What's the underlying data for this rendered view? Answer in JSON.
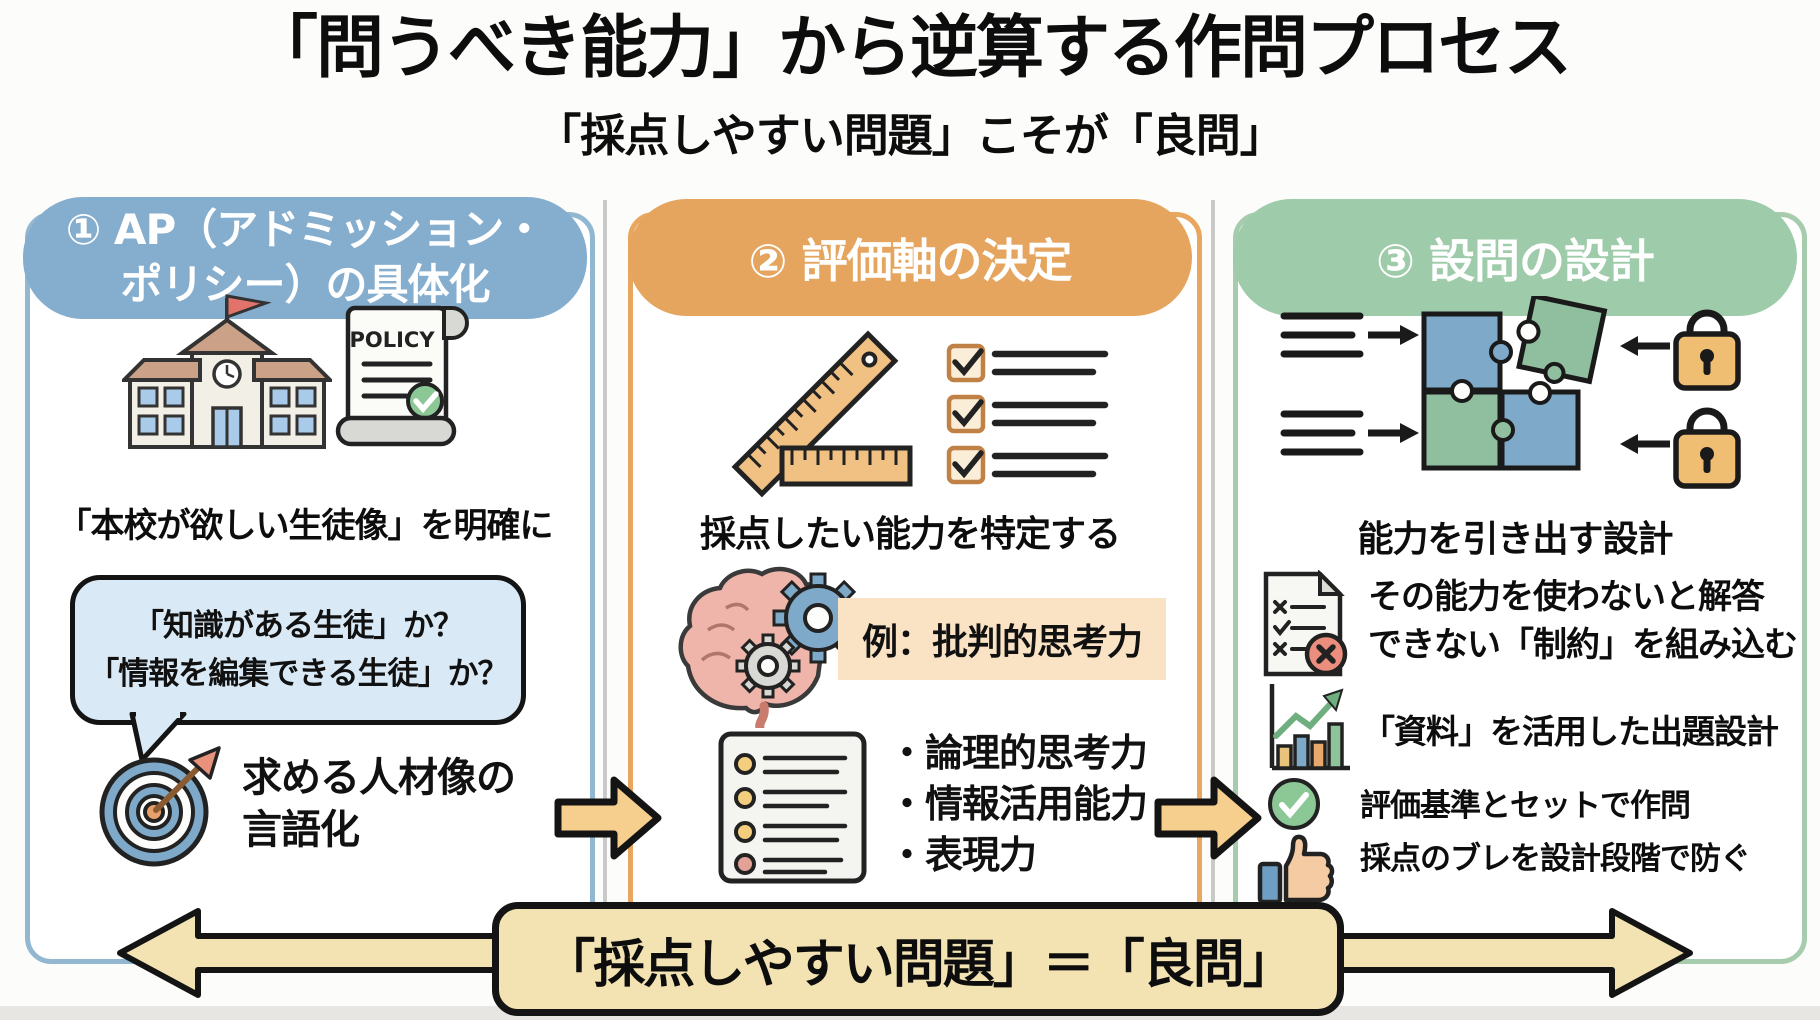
{
  "title": "「問うべき能力」から逆算する作問プロセス",
  "subtitle": "「採点しやすい問題」こそが「良問」",
  "columns": [
    {
      "header_line1": "① AP（アドミッション・",
      "header_line2": "ポリシー）の具体化",
      "policy_label": "POLICY",
      "caption": "「本校が欲しい生徒像」を明確に",
      "bubble_line1": "「知識がある生徒」か？",
      "bubble_line2": "「情報を編集できる生徒」か？",
      "goal_line1": "求める人材像の",
      "goal_line2": "言語化"
    },
    {
      "header": "② 評価軸の決定",
      "caption": "採点したい能力を特定する",
      "example_label": "例：批判的思考力",
      "bullets": [
        "・論理的思考力",
        "・情報活用能力",
        "・表現力"
      ]
    },
    {
      "header": "③ 設問の設計",
      "caption": "能力を引き出す設計",
      "item1_line1": "その能力を使わないと解答",
      "item1_line2": "できない「制約」を組み込む",
      "item2": "「資料」を活用した出題設計",
      "item3_line1": "評価基準とセットで作問",
      "item3_line2": "採点のブレを設計段階で防ぐ"
    }
  ],
  "banner": "「採点しやすい問題」＝「良問」",
  "colors": {
    "col1_accent": "#84ADCE",
    "col2_accent": "#E5A55F",
    "col3_accent": "#9ECBA9",
    "banner_fill": "#F3E3B2",
    "process_arrow_fill": "#F6CE8E",
    "bubble_fill": "#D9EAF6",
    "example_fill": "#FAE3C5"
  }
}
